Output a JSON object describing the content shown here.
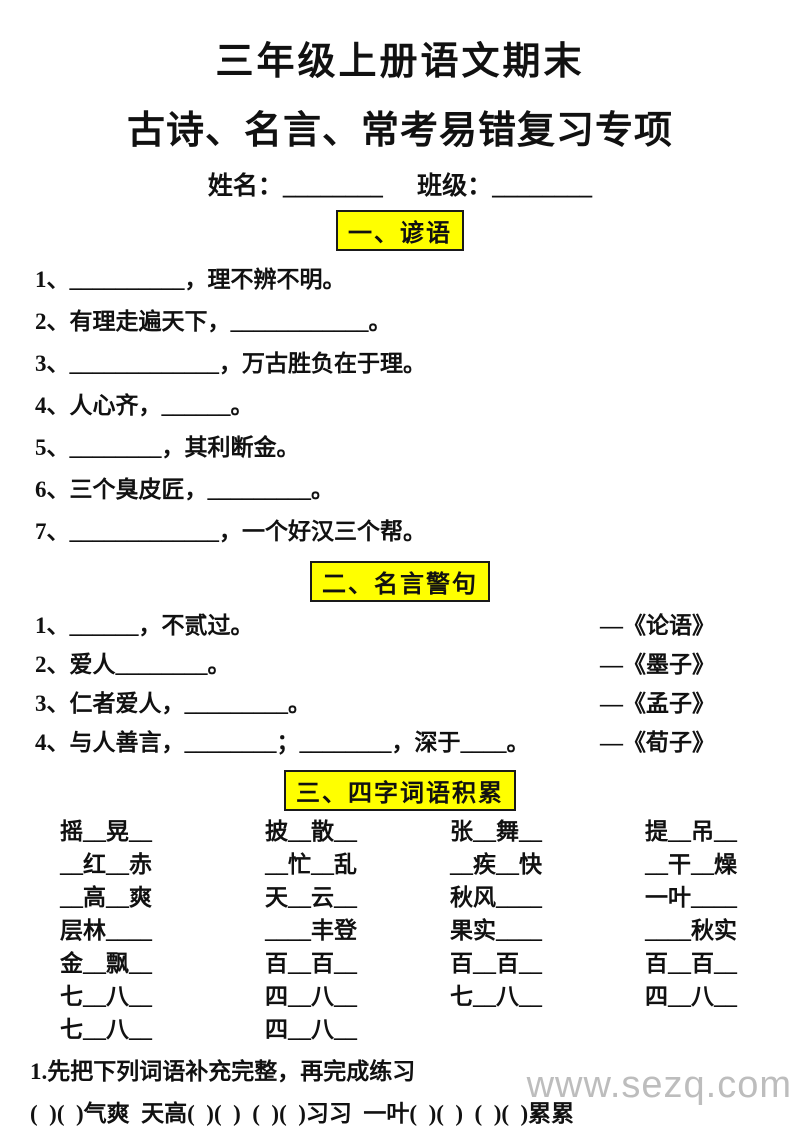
{
  "title": {
    "line1": "三年级上册语文期末",
    "line2": "古诗、名言、常考易错复习专项"
  },
  "student_info": {
    "name_label": "姓名：",
    "name_blank": "________",
    "class_label": "班级：",
    "class_blank": "________"
  },
  "colors": {
    "section_highlight": "#ffff00",
    "section_border": "#1a1a1a",
    "text": "#111111",
    "watermark": "#bdbdbd"
  },
  "section1": {
    "header": "一、谚语",
    "items": [
      "1、__________，理不辨不明。",
      "2、有理走遍天下，____________。",
      "3、_____________，万古胜负在于理。",
      "4、人心齐，______。",
      "5、________，其利断金。",
      "6、三个臭皮匠，_________。",
      "7、_____________，一个好汉三个帮。"
    ]
  },
  "section2": {
    "header": "二、名言警句",
    "items": [
      {
        "text": "1、______，不贰过。",
        "source": "—《论语》"
      },
      {
        "text": "2、爱人________。",
        "source": "—《墨子》"
      },
      {
        "text": "3、仁者爱人，_________。",
        "source": "—《孟子》"
      },
      {
        "text": "4、与人善言，________；________，深于____。",
        "source": "—《荀子》"
      }
    ]
  },
  "section3": {
    "header": "三、四字词语积累",
    "grid": [
      [
        "摇__晃__",
        "披__散__",
        "张__舞__",
        "提__吊__"
      ],
      [
        "__红__赤",
        "__忙__乱",
        "__疾__快",
        "__干__燥"
      ],
      [
        "__高__爽",
        "天__云__",
        "秋风____",
        "一叶____"
      ],
      [
        "层林____",
        "____丰登",
        "果实____",
        "____秋实"
      ],
      [
        "金__飘__",
        "百__百__",
        "百__百__",
        "百__百__"
      ],
      [
        "七__八__",
        "四__八__",
        "七__八__",
        "四__八__"
      ],
      [
        "七__八__",
        "四__八__",
        "",
        ""
      ]
    ]
  },
  "exercise": {
    "heading": "1.先把下列词语补充完整，再完成练习",
    "line": "(  )(  )气爽  天高(  )(  )  (  )(  )习习  一叶(  )(  )  (  )(  )累累"
  },
  "watermark": "www.sezq.com"
}
